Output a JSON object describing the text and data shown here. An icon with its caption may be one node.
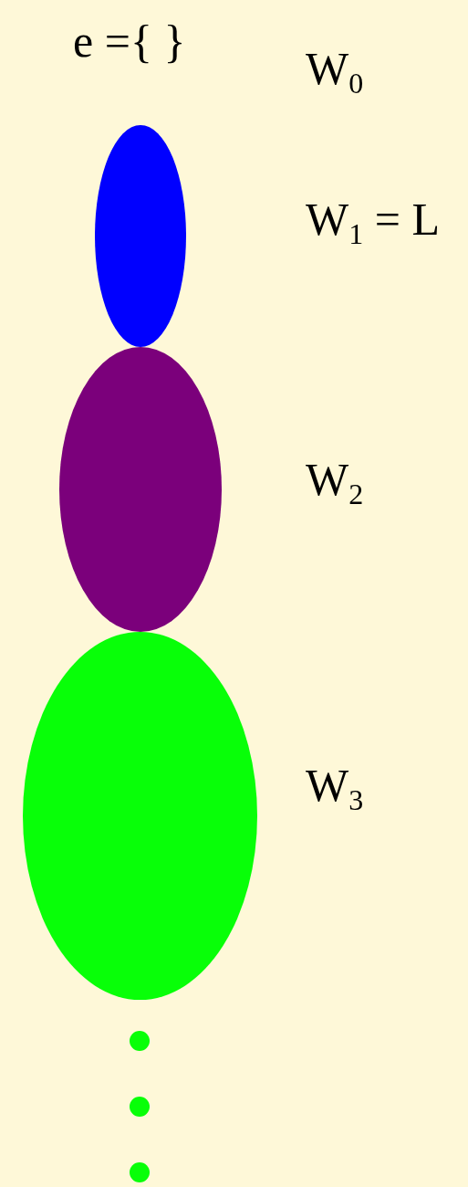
{
  "diagram": {
    "nodes": [
      {
        "text": [],
        "shape": "ellipse",
        "beside": [
          "W$_{1}$ = L"
        ]
      },
      {
        "text": [],
        "shape": "ellipse",
        "beside": [
          "W$_{2}$"
        ]
      },
      {
        "text": [],
        "shape": "ellipse",
        "beside": [
          "W$_{3}$"
        ]
      },
      {
        "text": [],
        "shape": "circle"
      },
      {
        "text": [],
        "shape": "circle"
      },
      {
        "text": [],
        "shape": "circle"
      }
    ],
    "labels": [
      "e ={ }",
      "W$_{0}$"
    ]
  }
}
